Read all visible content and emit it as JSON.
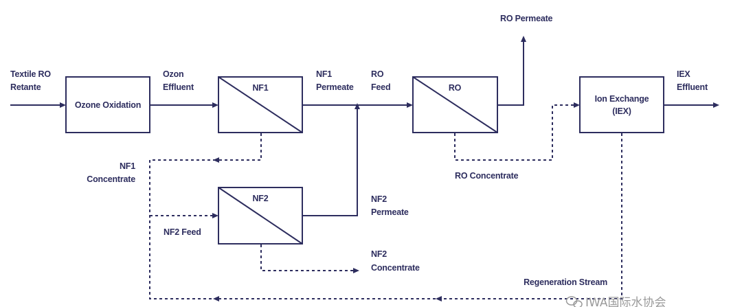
{
  "colors": {
    "ink": "#2d2d5e",
    "background": "#ffffff",
    "watermark": "#9a9a9a"
  },
  "blocks": {
    "ozone": "Ozone Oxidation",
    "nf1": "NF1",
    "nf2": "NF2",
    "ro": "RO",
    "iex_line1": "Ion Exchange",
    "iex_line2": "(IEX)"
  },
  "labels": {
    "textile_line1": "Textile RO",
    "textile_line2": "Retante",
    "ozon_line1": "Ozon",
    "ozon_line2": "Effluent",
    "nf1perm_line1": "NF1",
    "nf1perm_line2": "Permeate",
    "rofeed_line1": "RO",
    "rofeed_line2": "Feed",
    "ro_permeate": "RO Permeate",
    "iex_eff_line1": "IEX",
    "iex_eff_line2": "Effluent",
    "nf1conc_line1": "NF1",
    "nf1conc_line2": "Concentrate",
    "ro_concentrate": "RO Concentrate",
    "nf2perm_line1": "NF2",
    "nf2perm_line2": "Permeate",
    "nf2_feed": "NF2 Feed",
    "nf2conc_line1": "NF2",
    "nf2conc_line2": "Concentrate",
    "regeneration": "Regeneration Stream"
  },
  "watermark": "IWA国际水协会"
}
